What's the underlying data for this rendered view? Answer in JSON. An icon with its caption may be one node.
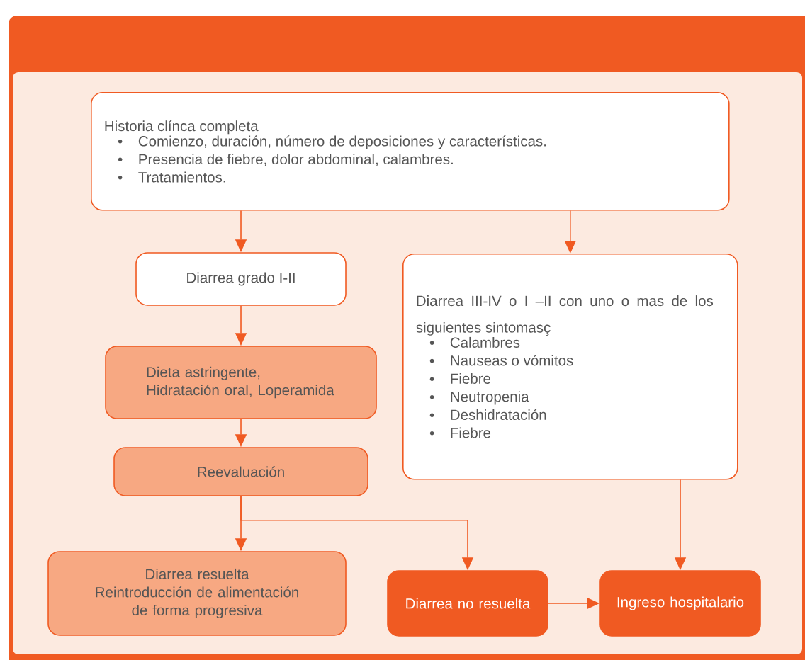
{
  "diagram": {
    "nodes": [
      {
        "text": [
          "Historia clínca completa",
          "Comienzo, duración, número de deposiciones y características.",
          "Presencia de fiebre, dolor abdominal, calambres.",
          "Tratamientos."
        ]
      },
      {
        "text": [
          "Diarrea grado I-II"
        ]
      },
      {
        "text": [
          "Diarrea III-IV o I –II con uno o mas de los siguientes sintomasç",
          "Calambres",
          "Nauseas o vómitos",
          "Fiebre",
          "Neutropenia",
          "Deshidratación",
          "Fiebre"
        ]
      },
      {
        "text": [
          "Dieta astringente, Hidratación oral, Loperamida"
        ]
      },
      {
        "text": [
          "Reevaluación"
        ]
      },
      {
        "text": [
          "Diarrea resuelta",
          "Reintroducción de alimentación de forma progresiva"
        ]
      },
      {
        "text": [
          "Diarrea no resuelta"
        ]
      },
      {
        "text": [
          "Ingreso hospitalario"
        ]
      }
    ],
    "edges": [
      {
        "from": 0,
        "to": 1,
        "arrow": "to"
      },
      {
        "from": 0,
        "to": 2,
        "arrow": "to"
      },
      {
        "from": 1,
        "to": 3,
        "arrow": "to"
      },
      {
        "from": 3,
        "to": 4,
        "arrow": "to"
      },
      {
        "from": 4,
        "to": 5,
        "arrow": "to"
      },
      {
        "from": 4,
        "to": 6,
        "arrow": "to"
      },
      {
        "from": 2,
        "to": 7,
        "arrow": "to"
      },
      {
        "from": 6,
        "to": 7,
        "arrow": "to"
      }
    ]
  }
}
